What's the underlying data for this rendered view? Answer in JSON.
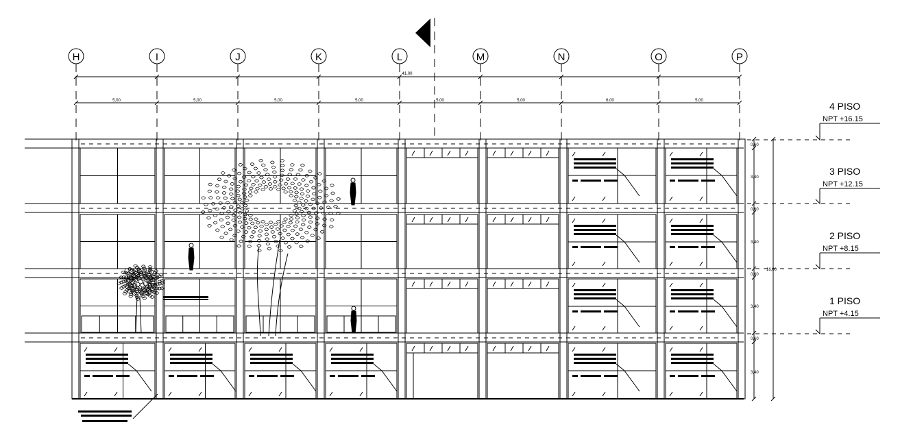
{
  "axes": [
    "H",
    "I",
    "J",
    "K",
    "L",
    "M",
    "N",
    "O",
    "P"
  ],
  "overall_dimension": "41,00",
  "bay_dimensions": [
    "5,00",
    "5,00",
    "5,00",
    "5,00",
    "5,00",
    "5,00",
    "6,00",
    "5,00"
  ],
  "floors": [
    {
      "name": "4 PISO",
      "npt": "NPT  +16.15"
    },
    {
      "name": "3 PISO",
      "npt": "NPT  +12.15"
    },
    {
      "name": "2 PISO",
      "npt": "NPT  +8.15"
    },
    {
      "name": "1 PISO",
      "npt": "NPT  +4.15"
    }
  ],
  "slab_dimension": "0,60",
  "story_dimension": "3,40",
  "total_height_dimension": "16,00"
}
